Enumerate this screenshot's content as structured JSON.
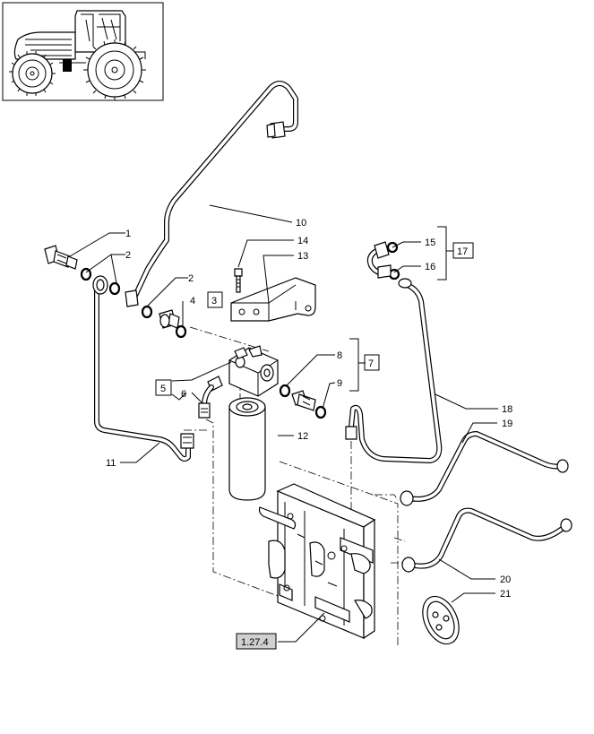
{
  "callouts": [
    "1",
    "2",
    "2",
    "3",
    "4",
    "5",
    "6",
    "7",
    "8",
    "9",
    "10",
    "11",
    "12",
    "13",
    "14",
    "15",
    "16",
    "17",
    "18",
    "19",
    "20",
    "21"
  ],
  "reference": "1.27.4"
}
